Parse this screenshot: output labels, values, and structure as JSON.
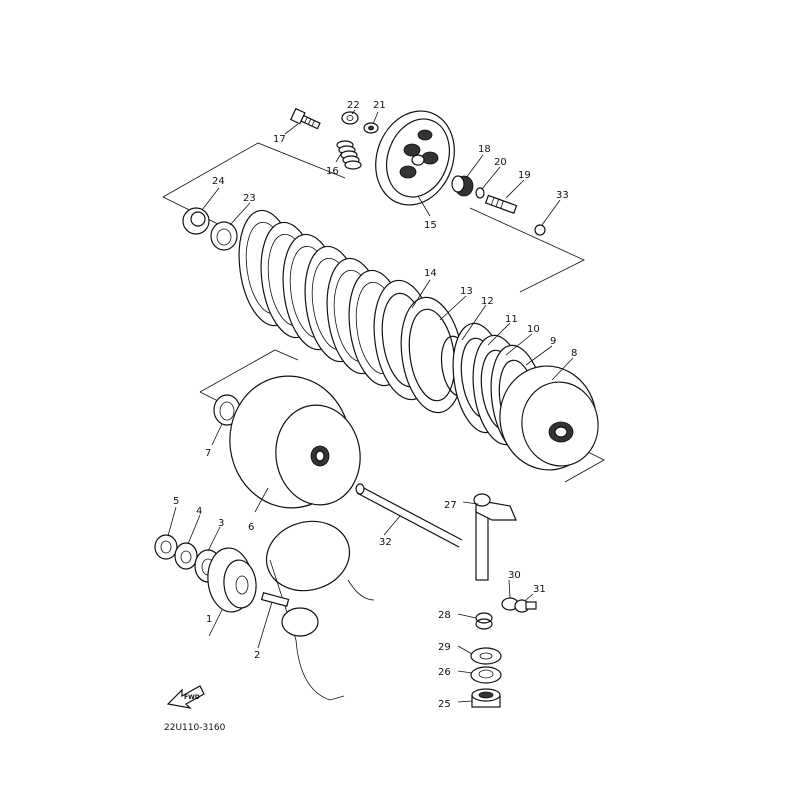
{
  "figure": {
    "code": "22U110-3160",
    "fwd_label": "FWD"
  },
  "parts": [
    {
      "id": "p1",
      "number": "1"
    },
    {
      "id": "p2",
      "number": "2"
    },
    {
      "id": "p3",
      "number": "3"
    },
    {
      "id": "p4",
      "number": "4"
    },
    {
      "id": "p5",
      "number": "5"
    },
    {
      "id": "p6",
      "number": "6"
    },
    {
      "id": "p7",
      "number": "7"
    },
    {
      "id": "p8",
      "number": "8"
    },
    {
      "id": "p9",
      "number": "9"
    },
    {
      "id": "p10",
      "number": "10"
    },
    {
      "id": "p11",
      "number": "11"
    },
    {
      "id": "p12",
      "number": "12"
    },
    {
      "id": "p13",
      "number": "13"
    },
    {
      "id": "p14",
      "number": "14"
    },
    {
      "id": "p15",
      "number": "15"
    },
    {
      "id": "p16",
      "number": "16"
    },
    {
      "id": "p17",
      "number": "17"
    },
    {
      "id": "p18",
      "number": "18"
    },
    {
      "id": "p19",
      "number": "19"
    },
    {
      "id": "p20",
      "number": "20"
    },
    {
      "id": "p21",
      "number": "21"
    },
    {
      "id": "p22",
      "number": "22"
    },
    {
      "id": "p23",
      "number": "23"
    },
    {
      "id": "p24",
      "number": "24"
    },
    {
      "id": "p25",
      "number": "25"
    },
    {
      "id": "p26",
      "number": "26"
    },
    {
      "id": "p27",
      "number": "27"
    },
    {
      "id": "p28",
      "number": "28"
    },
    {
      "id": "p29",
      "number": "29"
    },
    {
      "id": "p30",
      "number": "30"
    },
    {
      "id": "p31",
      "number": "31"
    },
    {
      "id": "p32",
      "number": "32"
    },
    {
      "id": "p33",
      "number": "33"
    }
  ]
}
